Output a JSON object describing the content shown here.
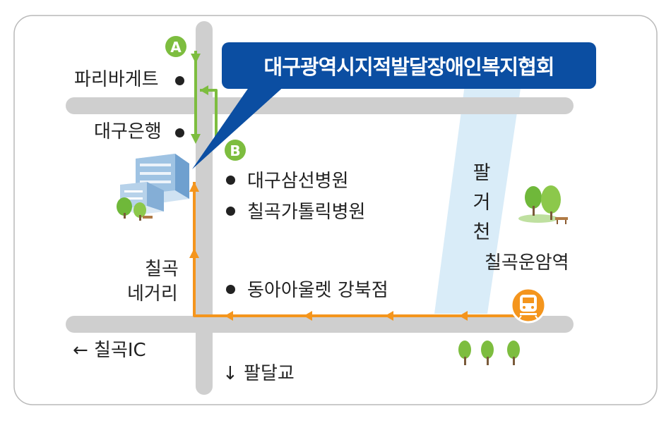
{
  "callout": {
    "title": "대구광역시지적발달장애인복지협회"
  },
  "markers": {
    "start": "A",
    "end": "B"
  },
  "landmarks": {
    "paris_baguette": "파리바게트",
    "daegu_bank": "대구은행",
    "samsun_hospital": "대구삼선병원",
    "catholic_hospital": "칠곡가톨릭병원",
    "dong_a_outlet": "동아아울렛 강북점",
    "station": "칠곡운암역"
  },
  "roads": {
    "intersection_line1": "칠곡",
    "intersection_line2": "네거리",
    "to_ic": "← 칠곡IC",
    "to_bridge": "↓ 팔달교"
  },
  "stream": {
    "chars": [
      "팔",
      "거",
      "천"
    ]
  },
  "colors": {
    "road": "#cfcfcf",
    "stream": "#d9ecf8",
    "route_orange": "#f4951d",
    "route_green": "#7dbd3f",
    "callout": "#0b4ea2"
  },
  "icons": {
    "station_icon": "train-icon",
    "building_icon": "building-icon",
    "trees": "tree-icon"
  }
}
